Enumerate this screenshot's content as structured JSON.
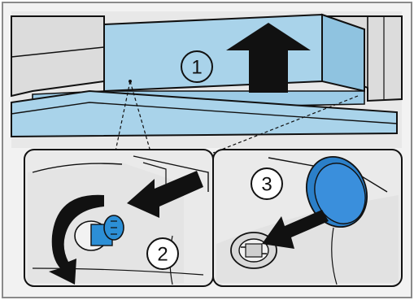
{
  "figure": {
    "steps": [
      {
        "number": "1"
      },
      {
        "number": "2"
      },
      {
        "number": "3"
      }
    ],
    "colors": {
      "part_blue": "#a9d3ea",
      "part_blue_dark": "#6aaed6",
      "knob_blue": "#2c8fd6",
      "cap_blue": "#3a8fdc",
      "surface_gray": "#e9e9e9",
      "surface_gray_dark": "#c9c9c9",
      "outline": "#111111",
      "arrow": "#111111"
    },
    "icons": {
      "up_arrow": "arrow-up-icon",
      "pull_arrow": "arrow-left-down-icon",
      "rotate_arrow": "rotate-arrow-icon"
    }
  }
}
